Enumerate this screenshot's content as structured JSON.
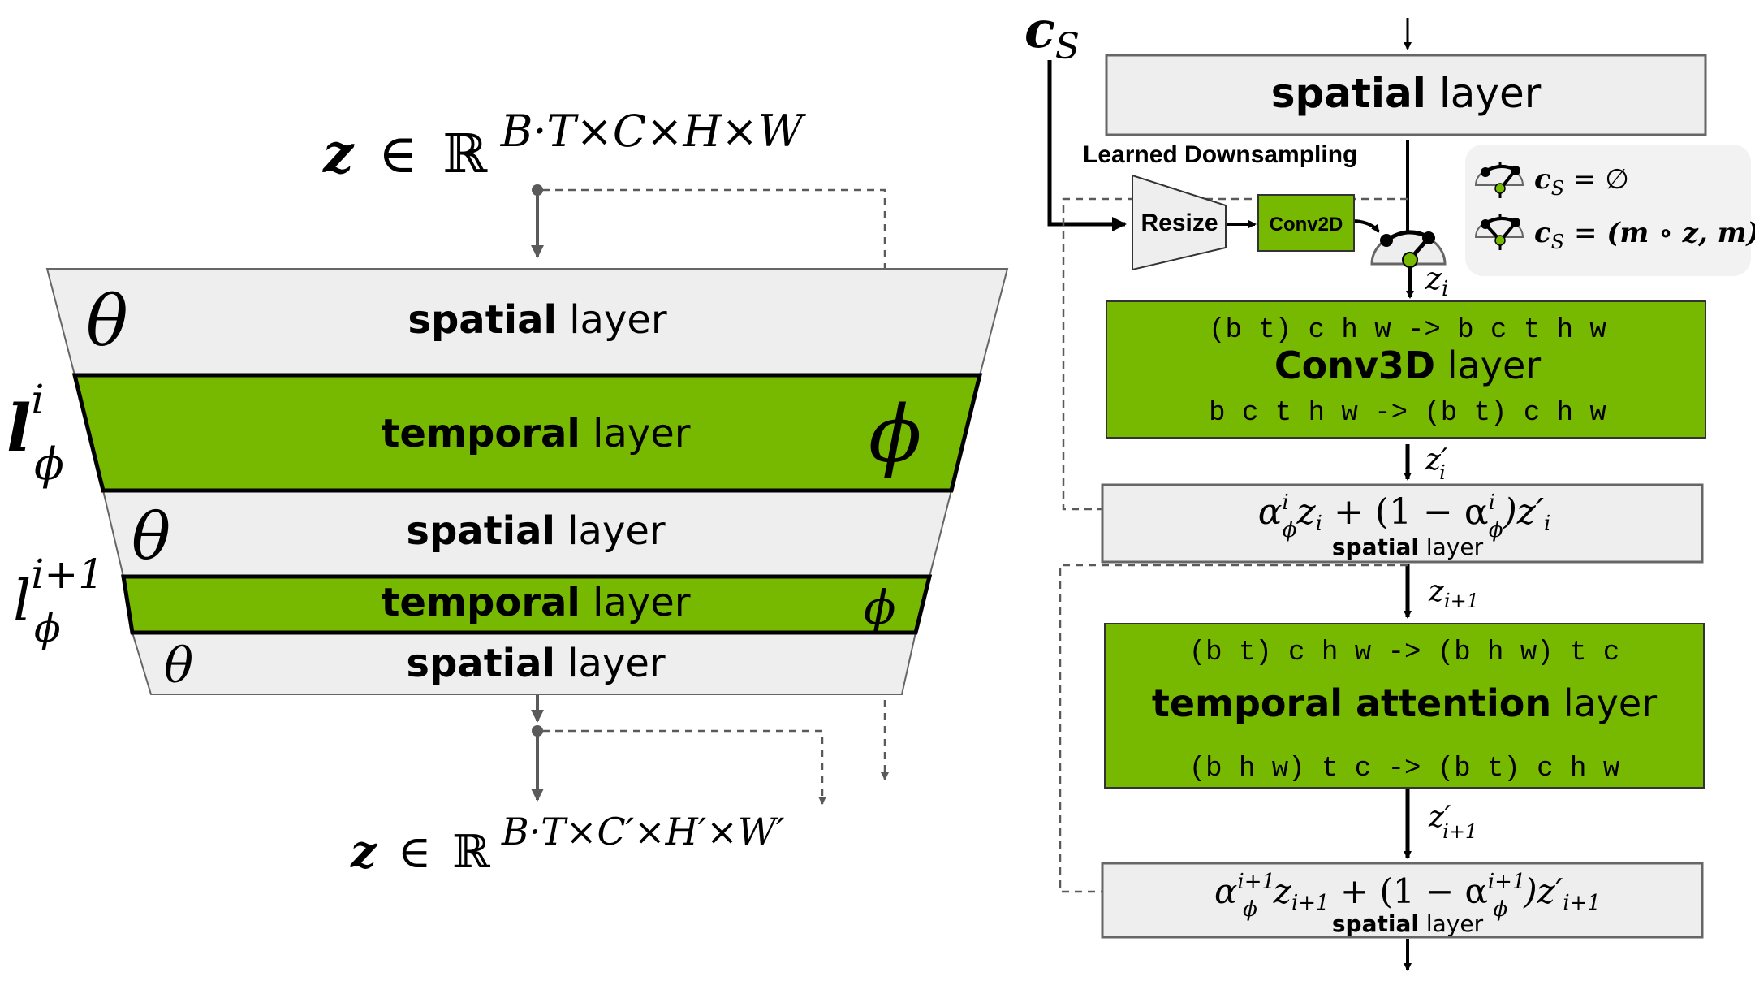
{
  "colors": {
    "green": "#76b900",
    "gray_fill": "#eeeeee",
    "gray_stroke": "#666666",
    "legend_fill": "#f2f2f2",
    "arrow_gray": "#5a5a5a"
  },
  "left": {
    "input_formula": {
      "z": "z",
      "in": "∈",
      "R": "ℝ",
      "exponent": "B·T×C×H×W"
    },
    "output_formula": {
      "z": "z",
      "in": "∈",
      "R": "ℝ",
      "exponent": "B·T×C′×H′×W′"
    },
    "layers": [
      {
        "type": "spatial",
        "bold": "spatial",
        "rest": " layer",
        "param": "θ"
      },
      {
        "type": "temporal",
        "bold": "temporal",
        "rest": " layer",
        "param": "ϕ",
        "side_label": "l",
        "side_sup": "i",
        "side_sub": "ϕ"
      },
      {
        "type": "spatial",
        "bold": "spatial",
        "rest": " layer",
        "param": "θ"
      },
      {
        "type": "temporal",
        "bold": "temporal",
        "rest": " layer",
        "param": "ϕ",
        "side_label": "l",
        "side_sup": "i+1",
        "side_sub": "ϕ"
      },
      {
        "type": "spatial",
        "bold": "spatial",
        "rest": " layer",
        "param": "θ"
      }
    ]
  },
  "right": {
    "cs_label": {
      "c": "c",
      "sub": "S"
    },
    "top_spatial": {
      "bold": "spatial",
      "rest": " layer"
    },
    "downsampling_title": "Learned Downsampling",
    "resize_label": "Resize",
    "conv2d_label": "Conv2D",
    "zi_label": {
      "z": "z",
      "sub": "i"
    },
    "legend": [
      {
        "lhs": "c",
        "sub": "S",
        "rhs": " = ∅"
      },
      {
        "lhs": "c",
        "sub": "S",
        "rhs": " = (m ∘ z, m)"
      }
    ],
    "conv3d": {
      "line1": "(b t) c h w -> b c t h w",
      "bold": "Conv3D",
      "rest": " layer",
      "line2": "b c t h w -> (b t) c h w"
    },
    "zi_prime_label": {
      "z": "z′",
      "sub": "i"
    },
    "mix1": {
      "formula_parts": [
        "α",
        "i",
        "ϕ",
        "z",
        "i",
        " + (1 − α",
        "i",
        "ϕ",
        ")z′",
        "i"
      ],
      "caption_bold": "spatial",
      "caption_rest": " layer"
    },
    "zi1_label": {
      "z": "z",
      "sub": "i+1"
    },
    "temporal_attention": {
      "line1": "(b t) c h w -> (b h w) t c",
      "bold": "temporal attention",
      "rest": " layer",
      "line2": "(b h w) t c -> (b t) c h w"
    },
    "zi1_prime_label": {
      "z": "z′",
      "sub": "i+1"
    },
    "mix2": {
      "formula_parts": [
        "α",
        "i+1",
        "ϕ",
        "z",
        "i+1",
        " + (1 − α",
        "i+1",
        "ϕ",
        ")z′",
        "i+1"
      ],
      "caption_bold": "spatial",
      "caption_rest": " layer"
    }
  }
}
